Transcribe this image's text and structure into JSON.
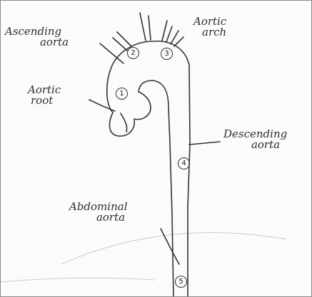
{
  "labels": {
    "ascending_line1": "Ascending",
    "ascending_line2": "aorta",
    "arch_line1": "Aortic",
    "arch_line2": "arch",
    "root_line1": "Aortic",
    "root_line2": "root",
    "descending_line1": "Descending",
    "descending_line2": "aorta",
    "abdominal_line1": "Abdominal",
    "abdominal_line2": "aorta"
  },
  "markers": [
    "1",
    "2",
    "3",
    "4",
    "5"
  ],
  "colors": {
    "ink": "#2e2e2e",
    "paper": "#fbfbfb",
    "shadow": "#c9c9c9",
    "frame": "#8a8a8a"
  }
}
